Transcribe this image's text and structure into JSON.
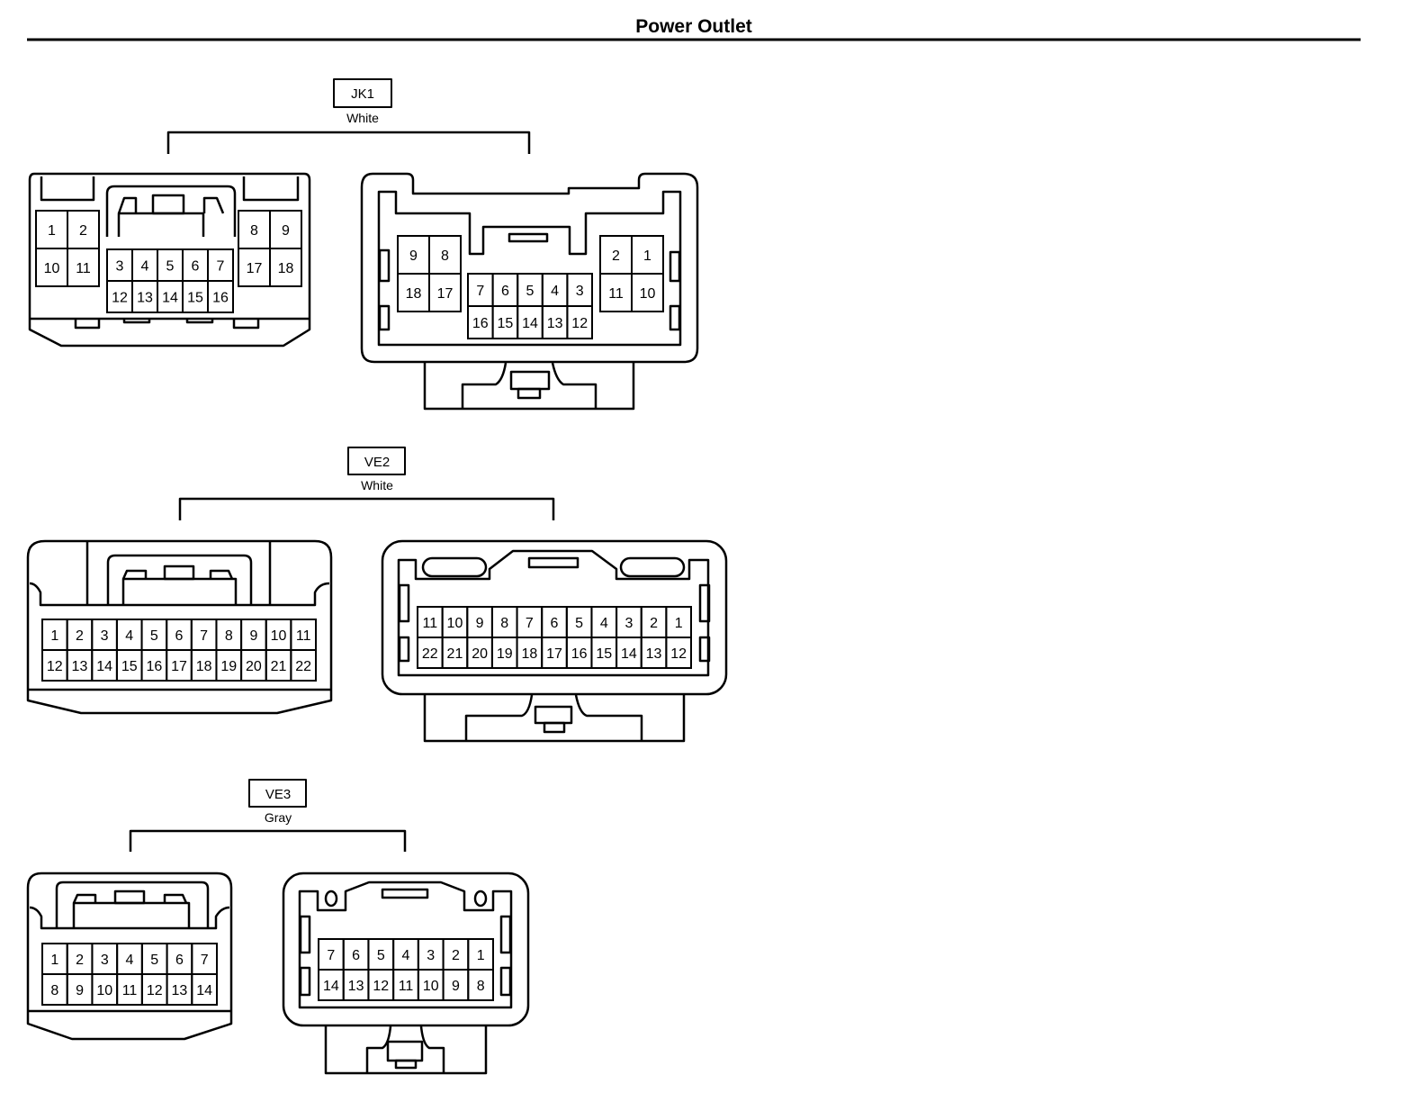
{
  "page": {
    "title": "Power Outlet"
  },
  "connectors": [
    {
      "code": "JK1",
      "color": "White",
      "views": [
        {
          "rows": [
            [
              "1",
              "2"
            ],
            [
              "10",
              "11"
            ]
          ]
        },
        {
          "rows": [
            [
              "3",
              "4",
              "5",
              "6",
              "7"
            ],
            [
              "12",
              "13",
              "14",
              "15",
              "16"
            ]
          ]
        },
        {
          "rows": [
            [
              "8",
              "9"
            ],
            [
              "17",
              "18"
            ]
          ]
        },
        {
          "rows": [
            [
              "9",
              "8"
            ],
            [
              "18",
              "17"
            ]
          ]
        },
        {
          "rows": [
            [
              "7",
              "6",
              "5",
              "4",
              "3"
            ],
            [
              "16",
              "15",
              "14",
              "13",
              "12"
            ]
          ]
        },
        {
          "rows": [
            [
              "2",
              "1"
            ],
            [
              "11",
              "10"
            ]
          ]
        }
      ]
    },
    {
      "code": "VE2",
      "color": "White",
      "views": [
        {
          "rows": [
            [
              "1",
              "2",
              "3",
              "4",
              "5",
              "6",
              "7",
              "8",
              "9",
              "10",
              "11"
            ],
            [
              "12",
              "13",
              "14",
              "15",
              "16",
              "17",
              "18",
              "19",
              "20",
              "21",
              "22"
            ]
          ]
        },
        {
          "rows": [
            [
              "11",
              "10",
              "9",
              "8",
              "7",
              "6",
              "5",
              "4",
              "3",
              "2",
              "1"
            ],
            [
              "22",
              "21",
              "20",
              "19",
              "18",
              "17",
              "16",
              "15",
              "14",
              "13",
              "12"
            ]
          ]
        }
      ]
    },
    {
      "code": "VE3",
      "color": "Gray",
      "views": [
        {
          "rows": [
            [
              "1",
              "2",
              "3",
              "4",
              "5",
              "6",
              "7"
            ],
            [
              "8",
              "9",
              "10",
              "11",
              "12",
              "13",
              "14"
            ]
          ]
        },
        {
          "rows": [
            [
              "7",
              "6",
              "5",
              "4",
              "3",
              "2",
              "1"
            ],
            [
              "14",
              "13",
              "12",
              "11",
              "10",
              "9",
              "8"
            ]
          ]
        }
      ]
    }
  ]
}
